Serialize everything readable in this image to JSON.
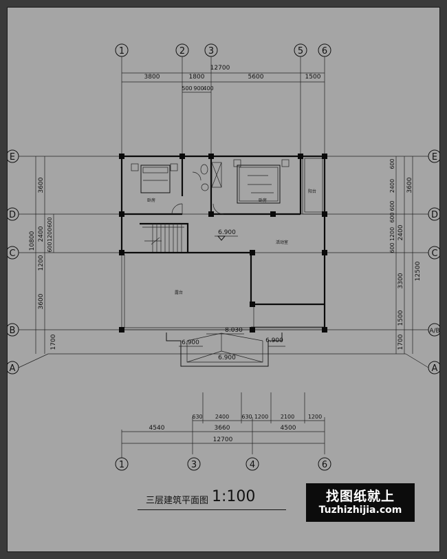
{
  "drawing": {
    "title": "三层建筑平面图",
    "scale": "1:100"
  },
  "axes": {
    "top": [
      "1",
      "2",
      "3",
      "5",
      "6"
    ],
    "bottom": [
      "1",
      "3",
      "4",
      "6"
    ],
    "left": [
      "E",
      "D",
      "C",
      "B",
      "A"
    ],
    "right": [
      "E",
      "D",
      "C",
      "A/B",
      "A"
    ]
  },
  "dimensions": {
    "top_total": "12700",
    "top_spans": [
      "3800",
      "1800",
      "5600",
      "1500"
    ],
    "top_detail": [
      "500",
      "900",
      "400"
    ],
    "bottom_detail": [
      "630",
      "2400",
      "630",
      "1200",
      "2100",
      "1200"
    ],
    "bottom_spans": [
      "4540",
      "3660",
      "4500"
    ],
    "bottom_total": "12700",
    "left_outer": [
      "3600",
      "10800",
      "1700"
    ],
    "left_mid": [
      "2400",
      "1200",
      "3600"
    ],
    "left_inner": [
      "600",
      "1200",
      "600"
    ],
    "right_outer": [
      "3600",
      "12500",
      "1700"
    ],
    "right_mid": [
      "2400",
      "3300",
      "1500"
    ],
    "right_inner": [
      "600",
      "2400",
      "600",
      "600",
      "1200",
      "600"
    ]
  },
  "rooms": {
    "bedroom_left": "卧房",
    "bedroom_right": "卧房",
    "balcony": "阳台",
    "activity": "活动室",
    "terrace": "露台"
  },
  "levels": {
    "hall": "6.900",
    "ridge": "8.030",
    "porch_left": "6.900",
    "porch_right": "6.900",
    "porch_center": "6.900"
  },
  "watermark": {
    "cn": "找图纸就上",
    "en": "Tuzhizhijia.com"
  }
}
